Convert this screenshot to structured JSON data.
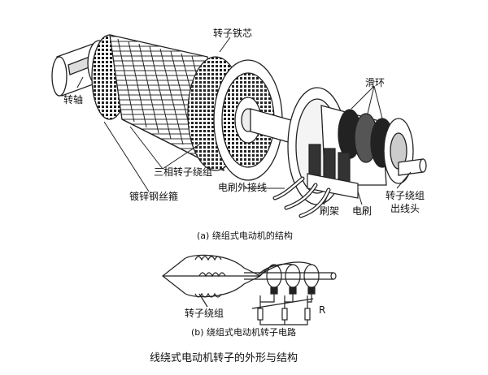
{
  "labels": {
    "rotor_core": "转子铁芯",
    "shaft": "转轴",
    "slip_rings": "滑环",
    "three_phase_winding": "三相转子绕组",
    "steel_wire_band": "镀锌钢丝箍",
    "brush_lead": "电刷外接线",
    "brush_holder": "刷架",
    "brush": "电刷",
    "rotor_winding_lead_line1": "转子绕组",
    "rotor_winding_lead_line2": "出线头",
    "rotor_winding": "转子绕组",
    "resistor": "R"
  },
  "captions": {
    "a": "(a) 绕组式电动机的结构",
    "b": "(b) 绕组式电动机转子电路"
  },
  "title": "线绕式电动机转子的外形与结构"
}
